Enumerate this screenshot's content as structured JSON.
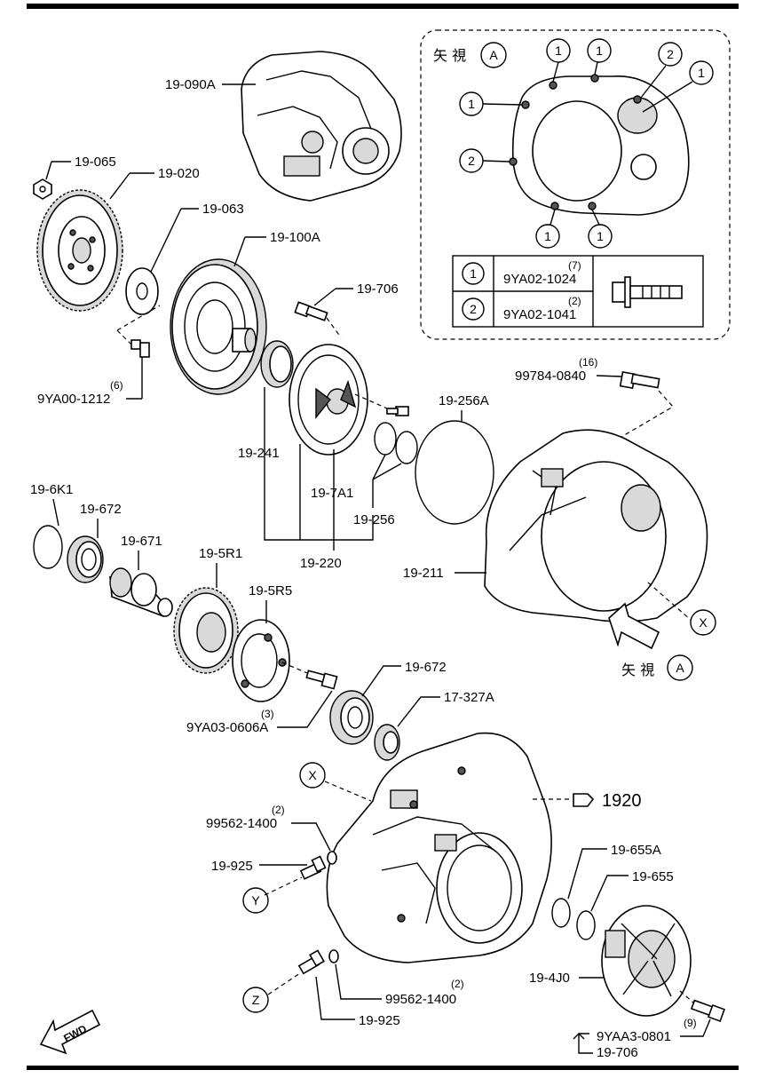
{
  "inset": {
    "view_label": "矢 視",
    "view_letter": "A",
    "circled_one": "1",
    "circled_two": "2",
    "table": [
      {
        "mark": "1",
        "part": "9YA02-1024",
        "qty": "(7)"
      },
      {
        "mark": "2",
        "part": "9YA02-1041",
        "qty": "(2)"
      }
    ]
  },
  "labels": {
    "l_19_090A": "19-090A",
    "l_19_065": "19-065",
    "l_19_020": "19-020",
    "l_19_063": "19-063",
    "l_19_100A": "19-100A",
    "l_19_706_top": "19-706",
    "l_9YA00_1212": "9YA00-1212",
    "q_9YA00_1212": "(6)",
    "l_99784_0840": "99784-0840",
    "q_99784_0840": "(16)",
    "l_19_256A": "19-256A",
    "l_19_241": "19-241",
    "l_19_7A1": "19-7A1",
    "l_19_256": "19-256",
    "l_19_220": "19-220",
    "l_19_211": "19-211",
    "l_19_6K1": "19-6K1",
    "l_19_672_a": "19-672",
    "l_19_671": "19-671",
    "l_19_5R1": "19-5R1",
    "l_19_5R5": "19-5R5",
    "l_19_672_b": "19-672",
    "l_17_327A": "17-327A",
    "l_9YA03_0606A": "9YA03-0606A",
    "q_9YA03_0606A": "(3)",
    "l_1920": "1920",
    "l_99562_1400_a": "99562-1400",
    "q_99562_1400_a": "(2)",
    "l_19_925_a": "19-925",
    "l_19_655A": "19-655A",
    "l_19_655": "19-655",
    "l_19_4J0": "19-4J0",
    "l_99562_1400_b": "99562-1400",
    "q_99562_1400_b": "(2)",
    "l_19_925_b": "19-925",
    "l_9YAA3_0801": "9YAA3-0801",
    "q_9YAA3_0801": "(9)",
    "l_19_706_bottom": "19-706",
    "view_arrow_label": "矢 視",
    "view_arrow_letter": "A",
    "ref_X": "X",
    "ref_Y": "Y",
    "ref_Z": "Z",
    "fwd": "FWD"
  }
}
